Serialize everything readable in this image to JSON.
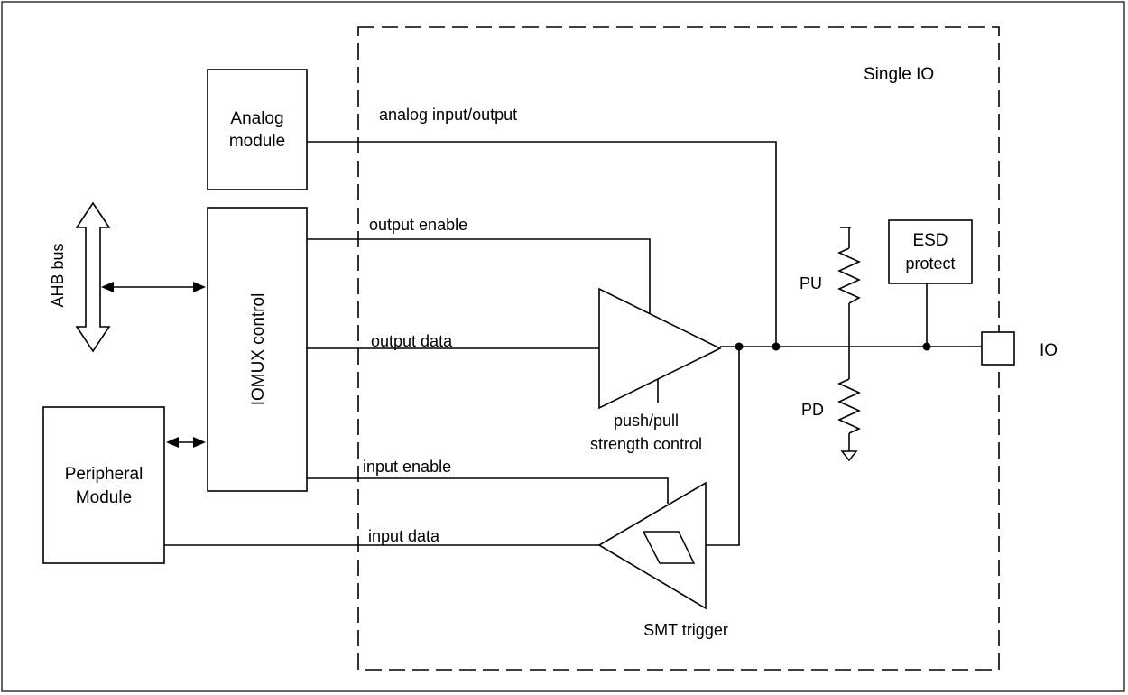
{
  "single_io": {
    "title": "Single IO"
  },
  "analog_module": {
    "line1": "Analog",
    "line2": "module"
  },
  "iomux_control": {
    "label": "IOMUX control"
  },
  "peripheral_module": {
    "line1": "Peripheral",
    "line2": "Module"
  },
  "ahb_bus": {
    "label": "AHB bus"
  },
  "signals": {
    "analog_io": "analog input/output",
    "output_enable": "output enable",
    "output_data": "output data",
    "input_enable": "input enable",
    "input_data": "input data"
  },
  "output_driver": {
    "line1": "push/pull",
    "line2": "strength control"
  },
  "smt_trigger": {
    "label": "SMT trigger"
  },
  "pull_up": {
    "label": "PU"
  },
  "pull_down": {
    "label": "PD"
  },
  "esd": {
    "line1": "ESD",
    "line2": "protect"
  },
  "io_pad": {
    "label": "IO"
  }
}
